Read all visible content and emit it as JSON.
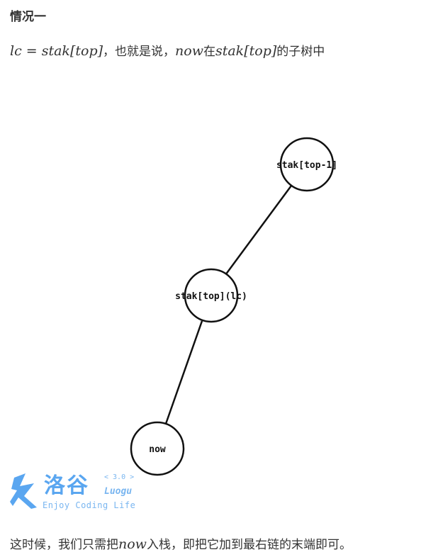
{
  "heading": "情况一",
  "line1": {
    "lc": "lc",
    "eq": " = ",
    "stak1": "stak",
    "top1": "[top]",
    "text1": "，也就是说，",
    "now": "now",
    "text2": "在",
    "stak2": "stak",
    "top2": "[top]",
    "text3": "的子树中"
  },
  "tree": {
    "nodes": [
      {
        "id": "a",
        "label": "stak[top-1]"
      },
      {
        "id": "b",
        "label": "stak[top](lc)"
      },
      {
        "id": "c",
        "label": "now"
      }
    ],
    "edges": [
      [
        "a",
        "b"
      ],
      [
        "b",
        "c"
      ]
    ]
  },
  "watermark": {
    "cn": "洛谷",
    "version": "< 3.0 >",
    "en": "Luogu",
    "slogan": "Enjoy Coding Life",
    "color": "#5aa6f0"
  },
  "line2": {
    "text1": "这时候，我们只需把",
    "now": "now",
    "text2": "入栈，即把它加到最右链的末端即可。"
  }
}
